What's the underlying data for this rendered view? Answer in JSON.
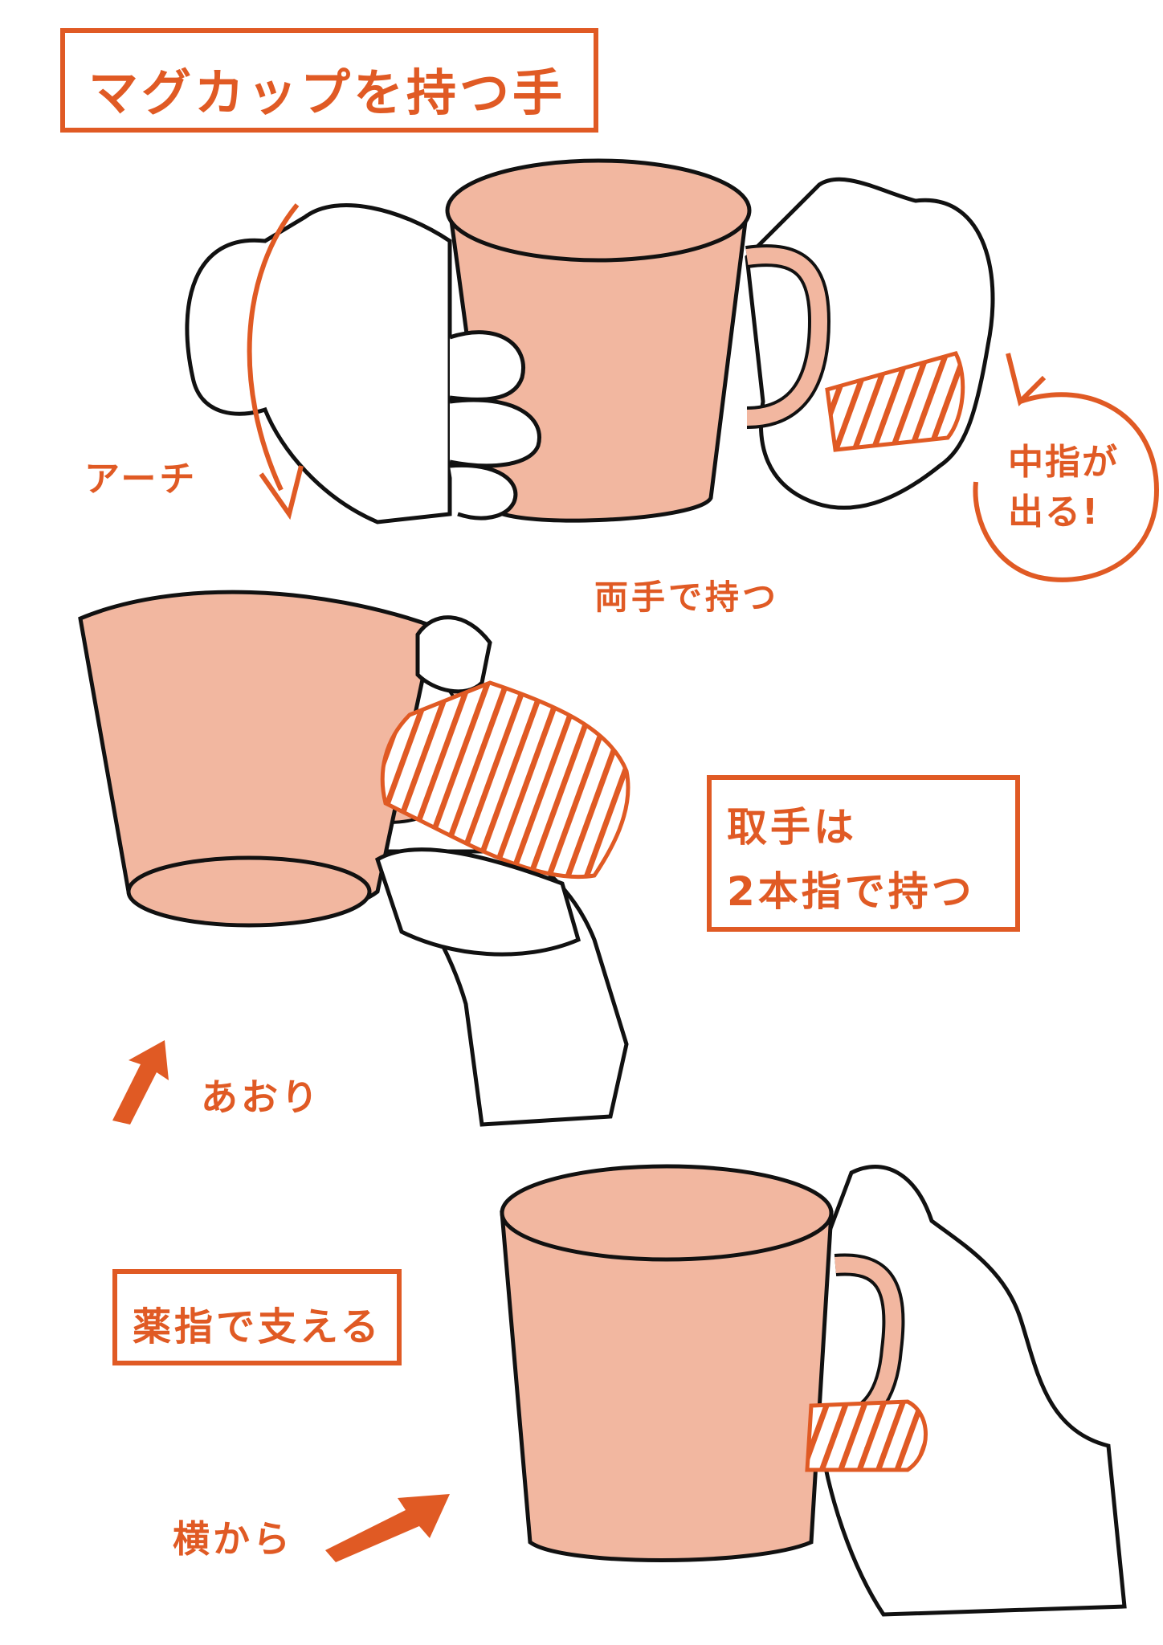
{
  "title": "マグカップを持つ手",
  "colors": {
    "accent": "#E05A24",
    "mug_fill": "#F2B7A0",
    "line": "#111111",
    "background": "#FFFFFF"
  },
  "sections": [
    {
      "id": "both-hands",
      "caption": "両手で持つ",
      "arrow_label": "アーチ",
      "callout": "中指が出る!"
    },
    {
      "id": "low-angle",
      "note": "取手は\n2本指で持つ",
      "note_line1": "取手は",
      "note_line2": "2本指で持つ",
      "arrow_label": "あおり"
    },
    {
      "id": "side-view",
      "note": "薬指で支える",
      "arrow_label": "横から"
    }
  ]
}
